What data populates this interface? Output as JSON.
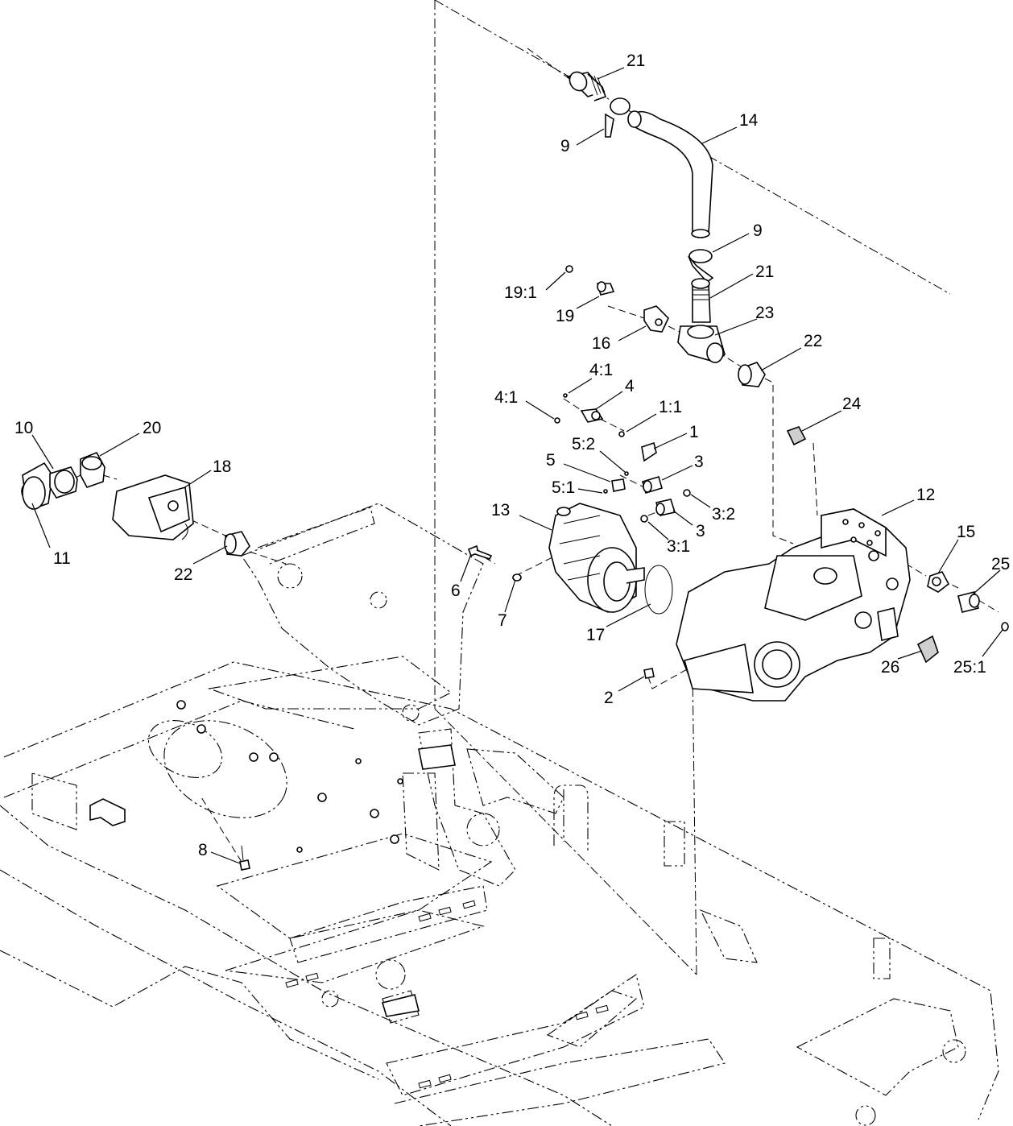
{
  "callouts": [
    {
      "id": "c21a",
      "text": "21"
    },
    {
      "id": "c14",
      "text": "14"
    },
    {
      "id": "c9a",
      "text": "9"
    },
    {
      "id": "c9b",
      "text": "9"
    },
    {
      "id": "c21b",
      "text": "21"
    },
    {
      "id": "c19_1",
      "text": "19:1"
    },
    {
      "id": "c19",
      "text": "19"
    },
    {
      "id": "c23",
      "text": "23"
    },
    {
      "id": "c16",
      "text": "16"
    },
    {
      "id": "c22a",
      "text": "22"
    },
    {
      "id": "c4_1a",
      "text": "4:1"
    },
    {
      "id": "c4",
      "text": "4"
    },
    {
      "id": "c4_1b",
      "text": "4:1"
    },
    {
      "id": "c1_1",
      "text": "1:1"
    },
    {
      "id": "c24",
      "text": "24"
    },
    {
      "id": "c1",
      "text": "1"
    },
    {
      "id": "c5_2",
      "text": "5:2"
    },
    {
      "id": "c5",
      "text": "5"
    },
    {
      "id": "c3a",
      "text": "3"
    },
    {
      "id": "c12",
      "text": "12"
    },
    {
      "id": "c5_1",
      "text": "5:1"
    },
    {
      "id": "c3_2",
      "text": "3:2"
    },
    {
      "id": "c13",
      "text": "13"
    },
    {
      "id": "c3b",
      "text": "3"
    },
    {
      "id": "c15",
      "text": "15"
    },
    {
      "id": "c25",
      "text": "25"
    },
    {
      "id": "c3_1",
      "text": "3:1"
    },
    {
      "id": "c6",
      "text": "6"
    },
    {
      "id": "c7",
      "text": "7"
    },
    {
      "id": "c17",
      "text": "17"
    },
    {
      "id": "c26",
      "text": "26"
    },
    {
      "id": "c25_1",
      "text": "25:1"
    },
    {
      "id": "c2",
      "text": "2"
    },
    {
      "id": "c10",
      "text": "10"
    },
    {
      "id": "c20",
      "text": "20"
    },
    {
      "id": "c18",
      "text": "18"
    },
    {
      "id": "c11",
      "text": "11"
    },
    {
      "id": "c22b",
      "text": "22"
    },
    {
      "id": "c8",
      "text": "8"
    }
  ]
}
